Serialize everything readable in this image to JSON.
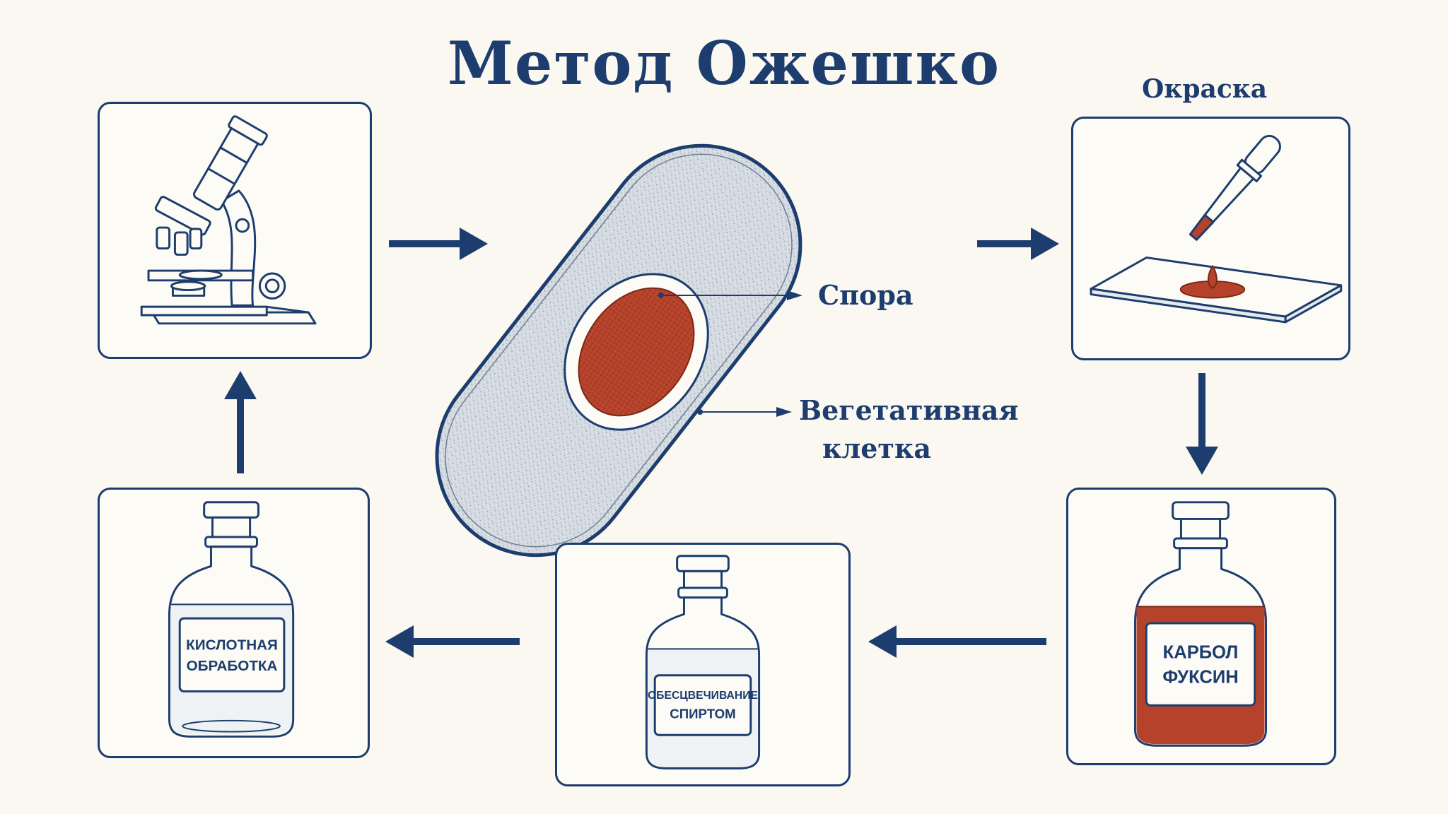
{
  "title": "Метод Ожешко",
  "captions": {
    "staining": "Окраска",
    "spore": "Спора",
    "vegetative_line1": "Вегетативная",
    "vegetative_line2": "клетка"
  },
  "bottles": {
    "acid": [
      "КИСЛОТНАЯ",
      "ОБРАБОТКА"
    ],
    "alcohol": [
      "ОБЕСЦВЕЧИВАНИЕ",
      "СПИРТОМ"
    ],
    "fuchsin": [
      "КАРБОЛ",
      "ФУКСИН"
    ]
  },
  "colors": {
    "ink": "#1c3d6e",
    "stain": "#b5432c",
    "background": "#fbf8f1"
  }
}
